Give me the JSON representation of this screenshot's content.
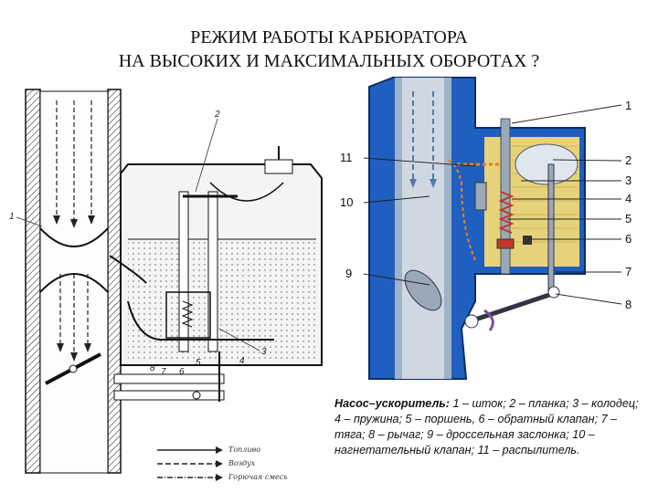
{
  "title": {
    "line1": "РЕЖИМ РАБОТЫ КАРБЮРАТОРА",
    "line2": "НА ВЫСОКИХ И МАКСИМАЛЬНЫХ ОБОРОТАХ ?"
  },
  "left_diagram": {
    "part_numbers": [
      "1",
      "2",
      "3",
      "4",
      "5",
      "6",
      "7",
      "8"
    ],
    "legend": [
      "Топливо",
      "Воздух",
      "Горючая смесь"
    ]
  },
  "right_diagram": {
    "callouts": [
      "1",
      "2",
      "3",
      "4",
      "5",
      "6",
      "7",
      "8",
      "9",
      "10",
      "11"
    ],
    "colors": {
      "body": "#1f5fbf",
      "fuel": "#e6d27a",
      "shaft": "#9aa9b8",
      "spring": "#c0392b"
    }
  },
  "caption": {
    "heading": "Насос–ускоритель:",
    "text": "1 – шток; 2 – планка; 3 – колодец; 4 – пружина; 5 – поршень, 6 – обратный клапан; 7 – тяга; 8 – рычаг; 9 – дроссельная заслонка; 10 – нагнетательный клапан; 11 – распылитель."
  }
}
